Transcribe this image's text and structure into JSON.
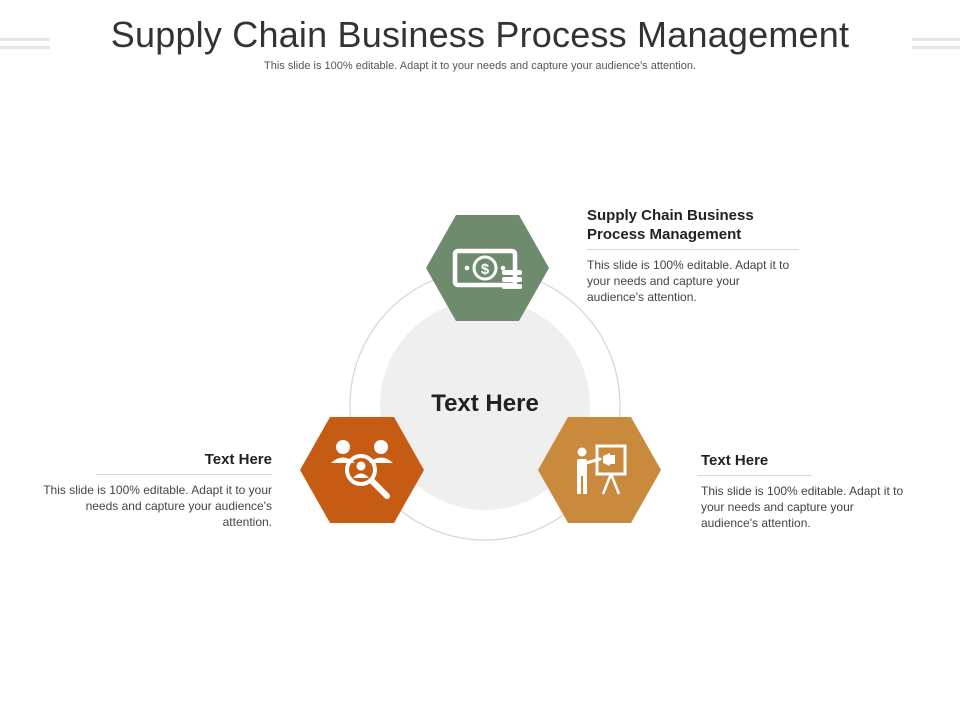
{
  "slide": {
    "title": "Supply Chain Business Process Management",
    "subtitle": "This slide is 100% editable. Adapt it to your needs and capture your audience's attention."
  },
  "center": {
    "label": "Text Here"
  },
  "items": [
    {
      "id": "top",
      "title": "Supply Chain Business Process Management",
      "body": "This slide is 100% editable. Adapt it to your needs and capture your audience's attention.",
      "color": "#6e8c6d",
      "icon": "money-icon"
    },
    {
      "id": "left",
      "title": "Text Here",
      "body": "This slide is 100% editable. Adapt it to your needs and capture your audience's attention.",
      "color": "#c65b14",
      "icon": "people-search-icon"
    },
    {
      "id": "right",
      "title": "Text Here",
      "body": "This slide is 100% editable. Adapt it to your needs and capture your audience's attention.",
      "color": "#c98a3e",
      "icon": "presentation-icon"
    }
  ],
  "colors": {
    "ring": "#d6d6d6",
    "center_fill": "#efefef"
  }
}
